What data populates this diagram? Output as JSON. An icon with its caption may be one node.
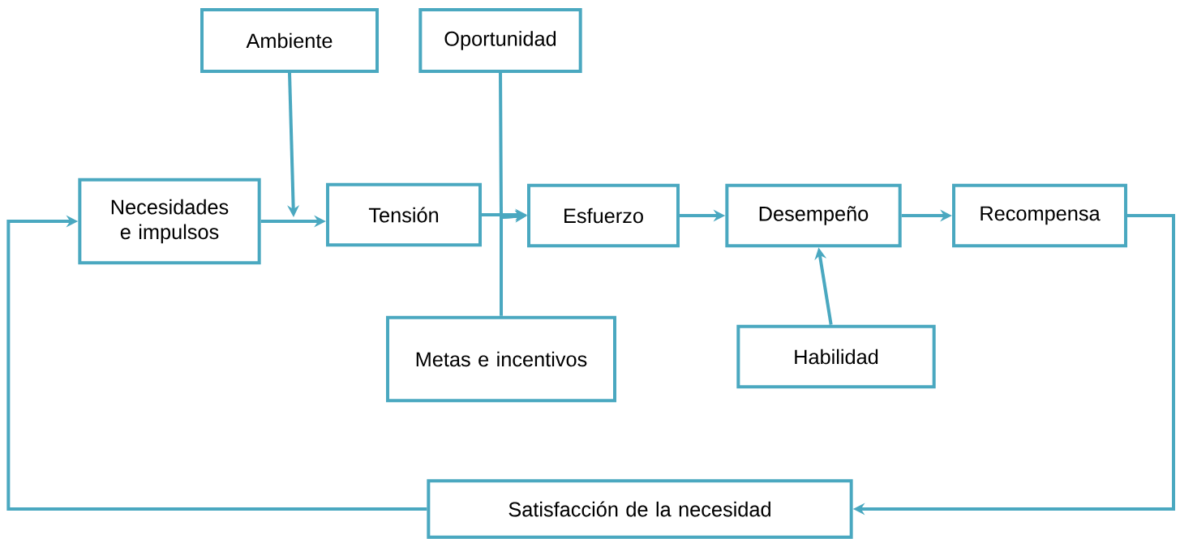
{
  "diagram": {
    "nodes": [
      {
        "text": [
          "Ambiente"
        ]
      },
      {
        "text": [
          "Oportunidad"
        ]
      },
      {
        "text": [
          "Necesidades e impulsos"
        ]
      },
      {
        "text": [
          "Tensión"
        ]
      },
      {
        "text": [
          "Esfuerzo"
        ]
      },
      {
        "text": [
          "Desempeño"
        ]
      },
      {
        "text": [
          "Recompensa"
        ]
      },
      {
        "text": [
          "Metas e incentivos"
        ]
      },
      {
        "text": [
          "Habilidad"
        ]
      },
      {
        "text": [
          "Satisfacción de la necesidad"
        ]
      }
    ],
    "edges": [
      {
        "from": 2,
        "to": 3,
        "arrow": "to"
      },
      {
        "from": 0,
        "to": 3,
        "arrow": "to"
      },
      {
        "from": 3,
        "to": 4,
        "arrow": "to"
      },
      {
        "from": 1,
        "to": 4,
        "arrow": "to"
      },
      {
        "from": 7,
        "to": 4,
        "arrow": "to"
      },
      {
        "from": 4,
        "to": 5,
        "arrow": "to"
      },
      {
        "from": 8,
        "to": 5,
        "arrow": "to"
      },
      {
        "from": 5,
        "to": 6,
        "arrow": "to"
      },
      {
        "from": 6,
        "to": 9,
        "arrow": "to"
      },
      {
        "from": 9,
        "to": 2,
        "arrow": "to"
      }
    ]
  }
}
